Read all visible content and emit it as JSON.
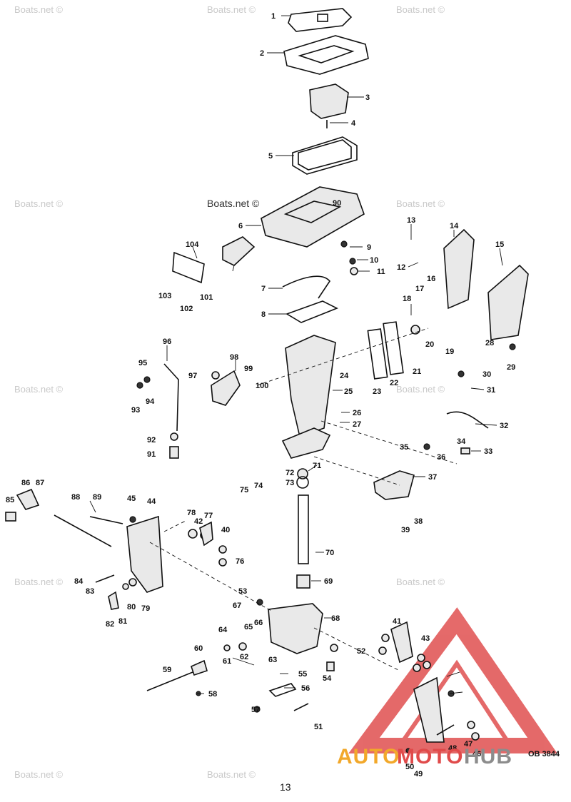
{
  "watermark": "Boats.net ©",
  "page_number": "13",
  "diagram_code": "OB 3844",
  "logo": {
    "part1": "AUTO",
    "part2": "MOTO",
    "part3": "HUB"
  },
  "part_labels": [
    "1",
    "2",
    "3",
    "4",
    "5",
    "6",
    "7",
    "8",
    "9",
    "10",
    "11",
    "12",
    "13",
    "14",
    "15",
    "16",
    "17",
    "18",
    "19",
    "20",
    "21",
    "22",
    "23",
    "24",
    "25",
    "26",
    "27",
    "28",
    "29",
    "30",
    "31",
    "32",
    "33",
    "34",
    "35",
    "36",
    "37",
    "38",
    "39",
    "40",
    "41",
    "42",
    "43",
    "44",
    "45",
    "46",
    "47",
    "48",
    "49",
    "50",
    "51",
    "52",
    "53",
    "54",
    "55",
    "56",
    "57",
    "58",
    "59",
    "60",
    "61",
    "62",
    "63",
    "64",
    "65",
    "66",
    "67",
    "68",
    "69",
    "70",
    "71",
    "72",
    "73",
    "74",
    "75",
    "76",
    "77",
    "78",
    "79",
    "80",
    "81",
    "82",
    "83",
    "84",
    "85",
    "86",
    "87",
    "88",
    "89",
    "90",
    "91",
    "92",
    "93",
    "94",
    "95",
    "96",
    "97",
    "98",
    "99",
    "100",
    "101",
    "102",
    "103",
    "104"
  ]
}
